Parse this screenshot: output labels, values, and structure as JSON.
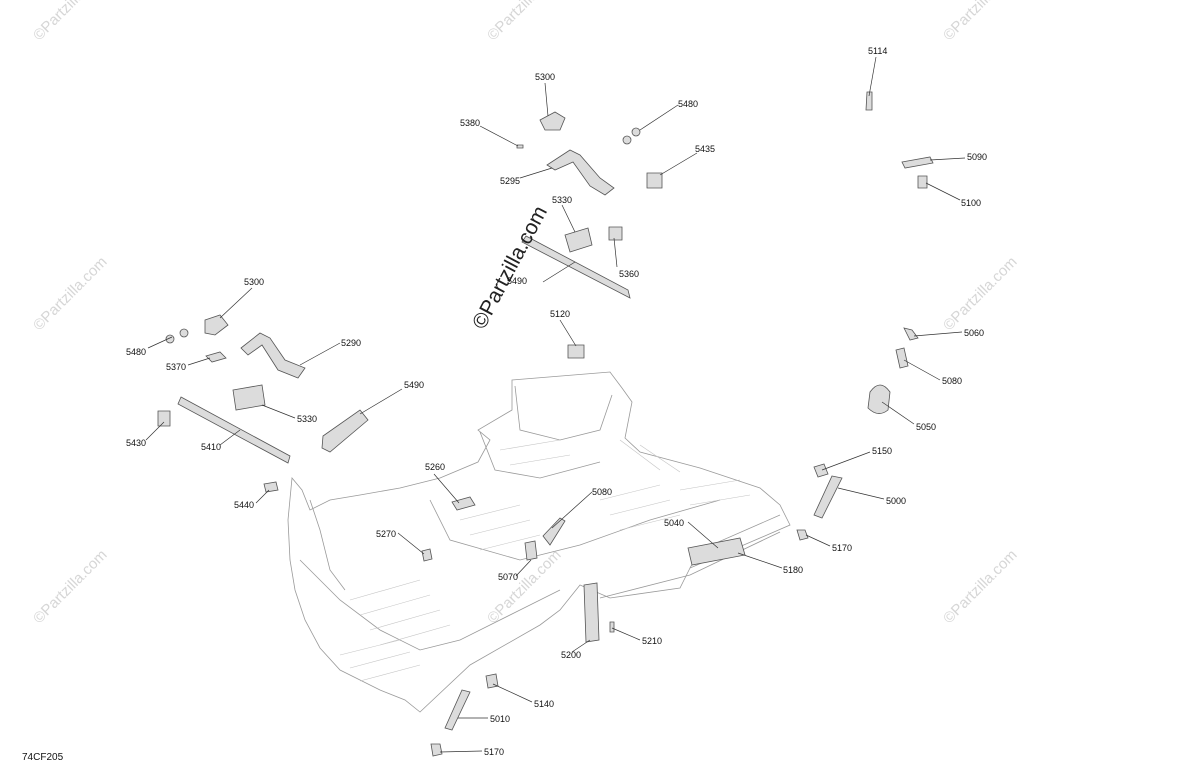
{
  "figure_code": "74CF205",
  "watermark_text": "©Partzilla.com",
  "callouts": [
    {
      "id": "c1",
      "text": "5114"
    },
    {
      "id": "c2",
      "text": "5300"
    },
    {
      "id": "c3",
      "text": "5480"
    },
    {
      "id": "c4",
      "text": "5380"
    },
    {
      "id": "c5",
      "text": "5435"
    },
    {
      "id": "c6",
      "text": "5295"
    },
    {
      "id": "c7",
      "text": "5090"
    },
    {
      "id": "c8",
      "text": "5100"
    },
    {
      "id": "c9",
      "text": "5330"
    },
    {
      "id": "c10",
      "text": "5360"
    },
    {
      "id": "c11",
      "text": "5490"
    },
    {
      "id": "c12",
      "text": "5300"
    },
    {
      "id": "c13",
      "text": "5120"
    },
    {
      "id": "c14",
      "text": "5290"
    },
    {
      "id": "c15",
      "text": "5480"
    },
    {
      "id": "c16",
      "text": "5370"
    },
    {
      "id": "c17",
      "text": "5060"
    },
    {
      "id": "c18",
      "text": "5080"
    },
    {
      "id": "c19",
      "text": "5490"
    },
    {
      "id": "c20",
      "text": "5330"
    },
    {
      "id": "c21",
      "text": "5430"
    },
    {
      "id": "c22",
      "text": "5410"
    },
    {
      "id": "c23",
      "text": "5050"
    },
    {
      "id": "c24",
      "text": "5150"
    },
    {
      "id": "c25",
      "text": "5260"
    },
    {
      "id": "c26",
      "text": "5080"
    },
    {
      "id": "c27",
      "text": "5000"
    },
    {
      "id": "c28",
      "text": "5440"
    },
    {
      "id": "c29",
      "text": "5040"
    },
    {
      "id": "c30",
      "text": "5270"
    },
    {
      "id": "c31",
      "text": "5170"
    },
    {
      "id": "c32",
      "text": "5070"
    },
    {
      "id": "c33",
      "text": "5180"
    },
    {
      "id": "c34",
      "text": "5210"
    },
    {
      "id": "c35",
      "text": "5200"
    },
    {
      "id": "c36",
      "text": "5140"
    },
    {
      "id": "c37",
      "text": "5010"
    },
    {
      "id": "c38",
      "text": "5170"
    }
  ]
}
